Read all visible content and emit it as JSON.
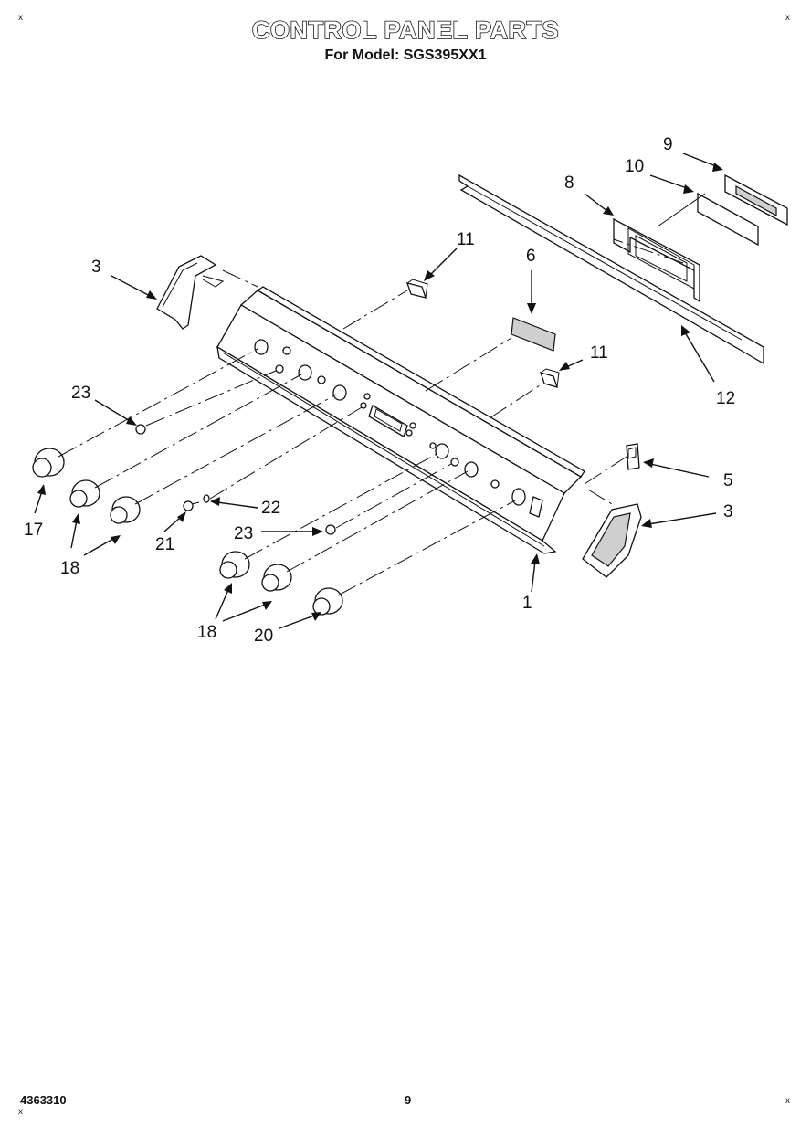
{
  "header": {
    "title": "CONTROL PANEL PARTS",
    "subtitle": "For Model: SGS395XX1"
  },
  "corner_marks": [
    "x",
    "x",
    "x",
    "x"
  ],
  "callouts": {
    "c1": "1",
    "c3a": "3",
    "c3b": "3",
    "c5": "5",
    "c6": "6",
    "c8": "8",
    "c9": "9",
    "c10": "10",
    "c11a": "11",
    "c11b": "11",
    "c12": "12",
    "c17": "17",
    "c18a": "18",
    "c18b": "18",
    "c20": "20",
    "c21": "21",
    "c22": "22",
    "c23a": "23",
    "c23b": "23"
  },
  "footer": {
    "doc_number": "4363310",
    "page_number": "9"
  }
}
